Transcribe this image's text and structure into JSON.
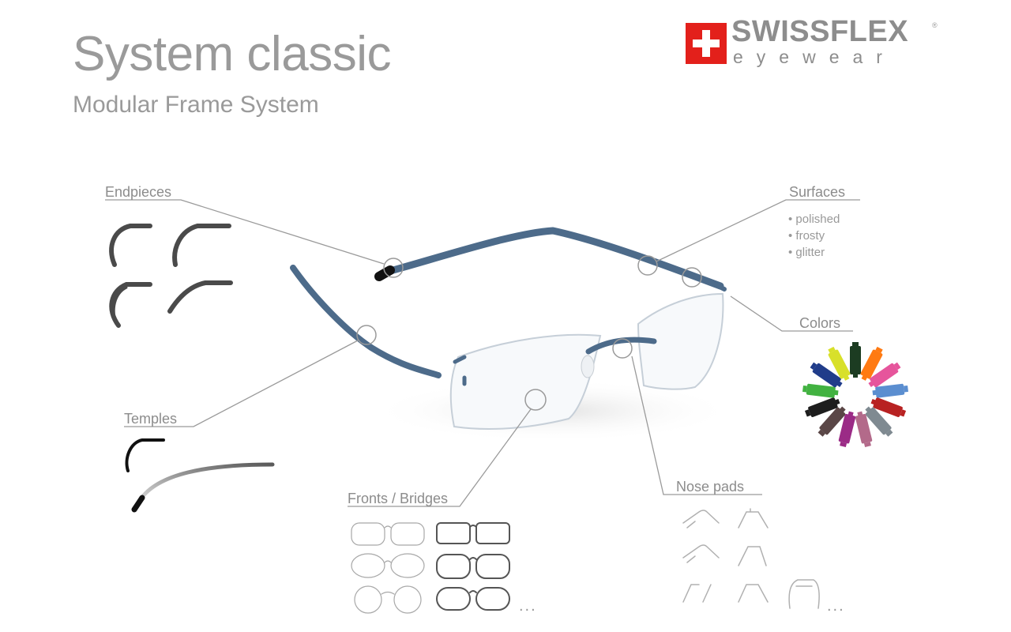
{
  "title": "System classic",
  "subtitle": "Modular Frame System",
  "logo": {
    "brand": "SWISSFLEX",
    "tagline": "eyewear",
    "registered": "®",
    "cross_color": "#e3201b"
  },
  "labels": {
    "endpieces": "Endpieces",
    "surfaces": "Surfaces",
    "colors": "Colors",
    "temples": "Temples",
    "fronts_bridges": "Fronts / Bridges",
    "nose_pads": "Nose pads"
  },
  "surfaces": [
    "polished",
    "frosty",
    "glitter"
  ],
  "more_indicator": "...",
  "color_swatches": [
    "#1c3c22",
    "#ff7a12",
    "#e6559c",
    "#5b8ed0",
    "#b82222",
    "#7f8a91",
    "#b36a8a",
    "#9b2b86",
    "#5a4646",
    "#1d1d1d",
    "#42b241",
    "#203c8a",
    "#d8e02a"
  ],
  "frame_color": "#4d6b8a"
}
